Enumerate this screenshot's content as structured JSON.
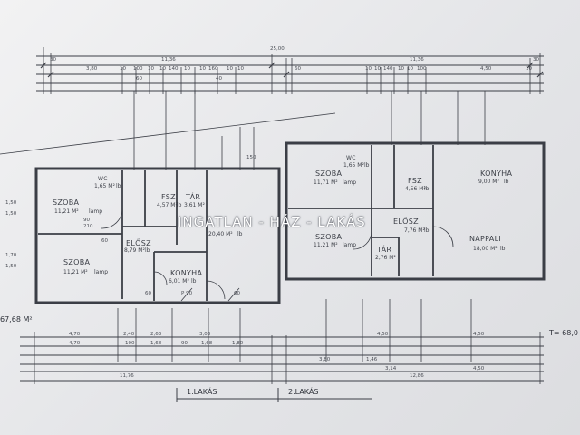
{
  "watermark": "INGATLAN - HÁZ - LAKÁS",
  "overall_dims": {
    "total": "25,00",
    "left_part": "11,36",
    "right_part": "11,36"
  },
  "top_dims_left": [
    "30",
    "3,80",
    "10",
    "100",
    "10",
    "10",
    "140",
    "10",
    "10",
    "160",
    "10",
    "10",
    "60",
    "40"
  ],
  "top_dims_right": [
    "60",
    "10",
    "10",
    "140",
    "10",
    "10",
    "100",
    "4,50",
    "10",
    "30"
  ],
  "rooms": [
    {
      "id": "wc1",
      "name": "WC",
      "area": "1,65 M²",
      "unit": "lb"
    },
    {
      "id": "szoba1",
      "name": "SZOBA",
      "area": "11,21 M²",
      "unit": "lamp"
    },
    {
      "id": "fsz1",
      "name": "FSZ",
      "area": "4,57 M²",
      "unit": "lb"
    },
    {
      "id": "tar1",
      "name": "TÁR",
      "area": "3,61 M²",
      "unit": ""
    },
    {
      "id": "nappali1",
      "name": "",
      "area": "20,40 M²",
      "unit": "lb"
    },
    {
      "id": "szoba2",
      "name": "SZOBA",
      "area": "11,21 M²",
      "unit": "lamp"
    },
    {
      "id": "elosz1",
      "name": "ELŐSZ",
      "area": "8,79 M²",
      "unit": "lb"
    },
    {
      "id": "konyha1",
      "name": "KONYHA",
      "area": "6,01 M²",
      "unit": "lb"
    },
    {
      "id": "szoba3",
      "name": "SZOBA",
      "area": "11,71 M²",
      "unit": "lamp"
    },
    {
      "id": "wc2",
      "name": "WC",
      "area": "1,65 M²",
      "unit": "lb"
    },
    {
      "id": "fsz2",
      "name": "FSZ",
      "area": "4,56 M²",
      "unit": "lb"
    },
    {
      "id": "konyha2",
      "name": "KONYHA",
      "area": "9,00 M²",
      "unit": "lb"
    },
    {
      "id": "elosz2",
      "name": "ELŐSZ",
      "area": "7,76 M²",
      "unit": "lb"
    },
    {
      "id": "szoba4",
      "name": "SZOBA",
      "area": "11,21 M²",
      "unit": "lamp"
    },
    {
      "id": "tar2",
      "name": "TÁR",
      "area": "2,76 M²",
      "unit": ""
    },
    {
      "id": "nappali2",
      "name": "NAPPALI",
      "area": "18,00 M²",
      "unit": "lb"
    }
  ],
  "left_area_total": "67,68 M²",
  "right_area_total": "T= 68,0",
  "bottom_dims_row1": [
    "4,70",
    "2,40",
    "2,63",
    "3,03",
    "4,50",
    "4,50"
  ],
  "bottom_dims_row2": [
    "4,70",
    "100",
    "1,68",
    "90",
    "1,68",
    "1,80",
    "3,80",
    "1,46",
    "3,14",
    "4,50"
  ],
  "bottom_dims_total": [
    "11,76",
    "12,86"
  ],
  "section_labels": [
    "1.LAKÁS",
    "2.LAKÁS"
  ],
  "side_dims": [
    "1,50",
    "1,50",
    "1,70",
    "1,50",
    "60",
    "60"
  ],
  "opening_labels": [
    "90",
    "210",
    "60",
    "P 90",
    "150"
  ]
}
